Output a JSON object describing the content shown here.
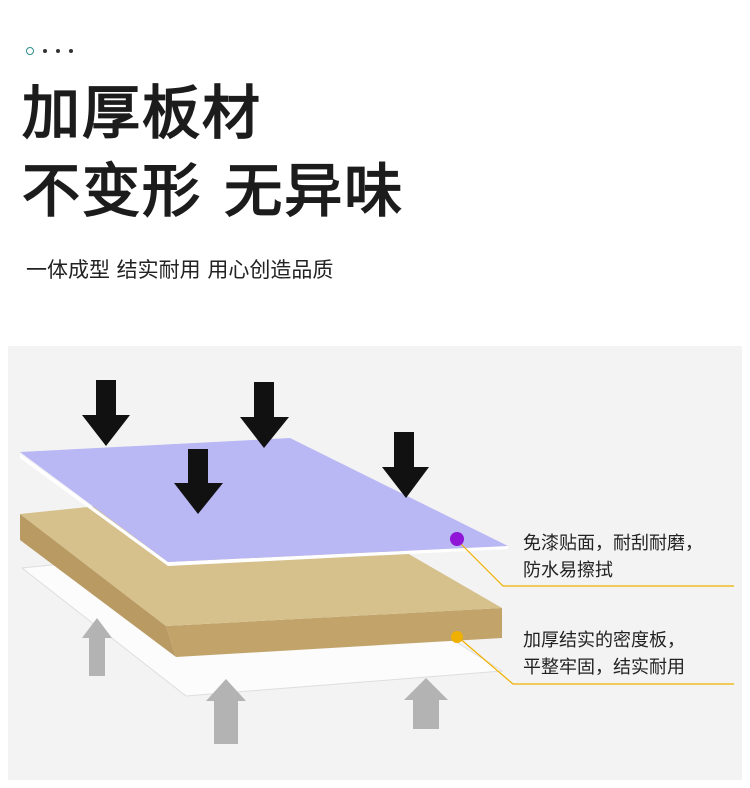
{
  "header": {
    "title_line1": "加厚板材",
    "title_line2": "不变形 无异味",
    "subtitle": "一体成型 结实耐用 用心创造品质"
  },
  "callouts": [
    {
      "line1": "免漆贴面，耐刮耐磨，",
      "line2": "防水易擦拭",
      "marker_color": "#8f16d6"
    },
    {
      "line1": "加厚结实的密度板，",
      "line2": "平整牢固，结实耐用",
      "marker_color": "#f0b000"
    }
  ],
  "colors": {
    "accent_line": "#f0b000",
    "veneer": "#b9b8f5",
    "board_top": "#d6c08b",
    "board_side": "#c2a46b",
    "press_arrow": "#111111",
    "support_arrow": "#b3b3b3"
  }
}
